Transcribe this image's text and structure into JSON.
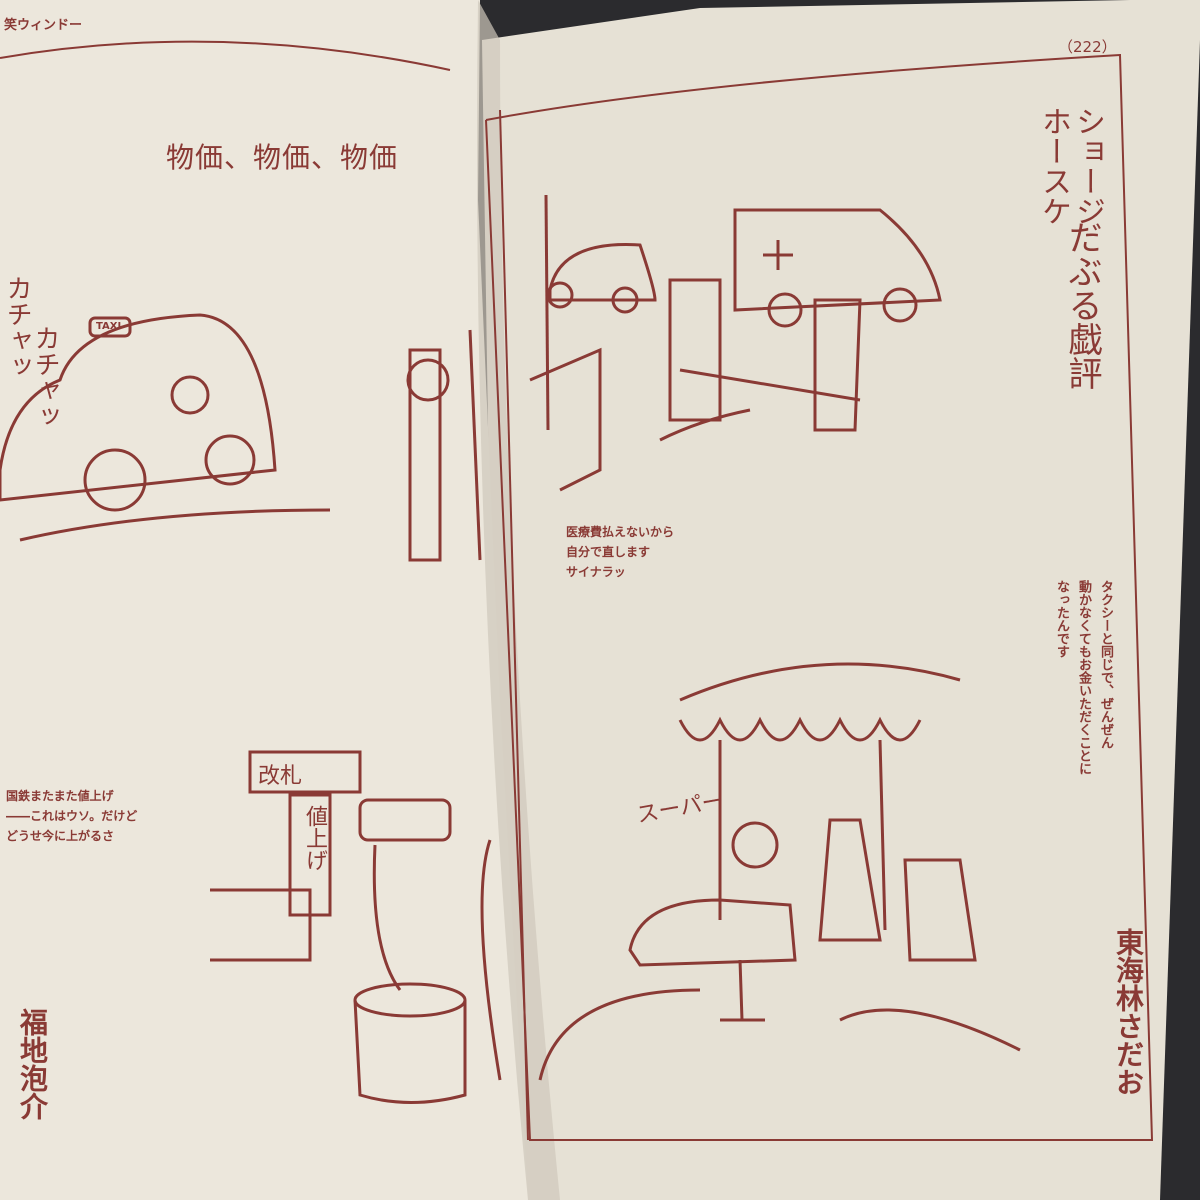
{
  "left_page": {
    "running_header": "笑ウィンドー",
    "title": "物価、物価、物価",
    "cartoon_1": {
      "sound_effect_1": "カチャッ",
      "sound_effect_2": "カチャッ",
      "taxi_sign": "TAXI"
    },
    "cartoon_2": {
      "sign_gate": "改札",
      "sign_price": "値上げ",
      "caption": [
        "国鉄またまた値上げ",
        "――これはウソ。だけど",
        "どうせ今に上がるさ"
      ]
    },
    "author": "福地泡介"
  },
  "right_page": {
    "page_number": "（222）",
    "title": {
      "line_1": "ショージ",
      "line_2": "ホースケ",
      "line_3": "だぶる戯評"
    },
    "cartoon_1": {
      "caption": [
        "医療費払えないから",
        "自分で直します",
        "サイナラッ"
      ]
    },
    "cartoon_2": {
      "store_sign": "スーパー",
      "caption": [
        "タクシーと同じで、ぜんぜん",
        "動かなくてもお金いただくことに",
        "なったんです"
      ]
    },
    "author": "東海林さだお"
  },
  "colors": {
    "ink": "#8a3a35",
    "paper": "#e8e3d8",
    "background": "#2b2b2e"
  }
}
